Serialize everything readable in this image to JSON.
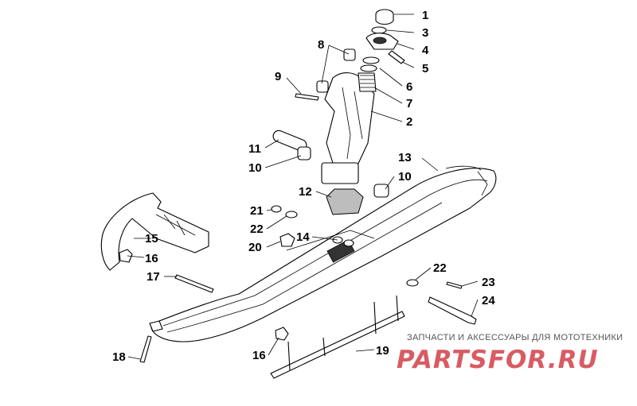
{
  "callouts": [
    "1",
    "2",
    "3",
    "4",
    "5",
    "6",
    "7",
    "8",
    "9",
    "10",
    "10",
    "11",
    "12",
    "13",
    "14",
    "15",
    "16",
    "16",
    "17",
    "18",
    "19",
    "20",
    "21",
    "22",
    "22",
    "23",
    "24"
  ],
  "watermark": {
    "subtitle": "ЗАПЧАСТИ И АКСЕССУАРЫ ДЛЯ МОТОТЕХНИКИ",
    "brand": "PARTSFOR.RU"
  }
}
